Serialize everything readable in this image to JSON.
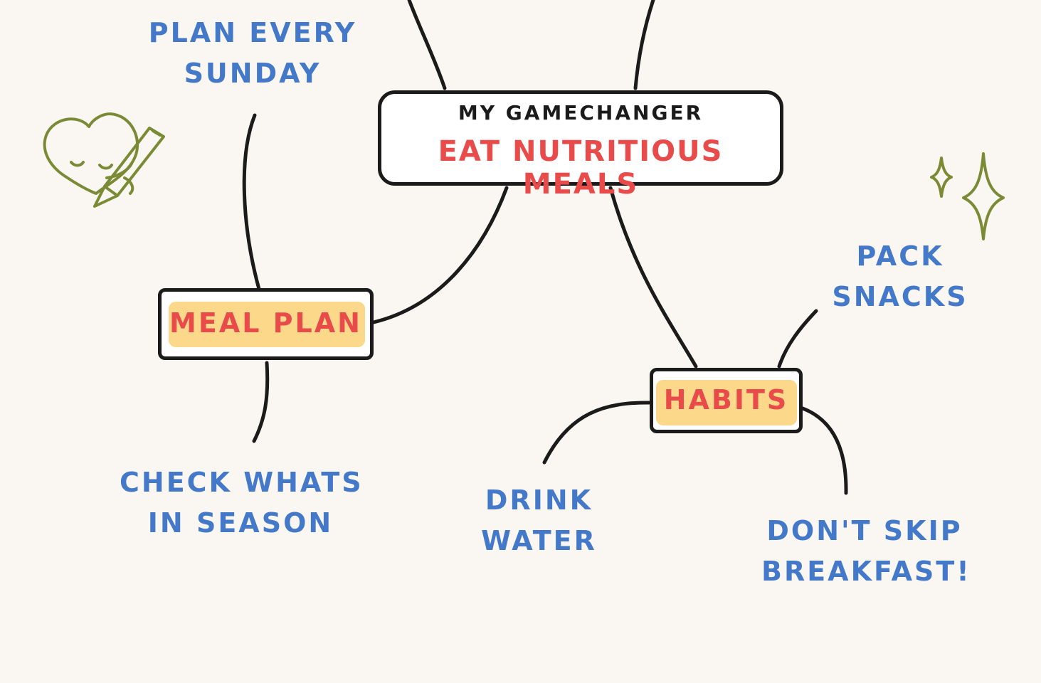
{
  "central": {
    "subtitle": "MY GAMECHANGER",
    "title": "EAT NUTRITIOUS MEALS"
  },
  "branches": [
    {
      "label": "MEAL PLAN",
      "children": [
        "PLAN EVERY SUNDAY",
        "CHECK WHATS IN SEASON"
      ]
    },
    {
      "label": "HABITS",
      "children": [
        "PACK SNACKS",
        "DRINK WATER",
        "DON'T SKIP BREAKFAST!"
      ]
    }
  ],
  "leaves": {
    "plan_line1": "PLAN EVERY",
    "plan_line2": "SUNDAY",
    "check_line1": "CHECK WHATS",
    "check_line2": "IN SEASON",
    "pack_line1": "PACK",
    "pack_line2": "SNACKS",
    "drink_line1": "DRINK",
    "drink_line2": "WATER",
    "dont_line1": "DON'T SKIP",
    "dont_line2": "BREAKFAST!"
  },
  "colors": {
    "background": "#faf7f2",
    "outline": "#1b1b1b",
    "title_red": "#e94b4b",
    "leaf_blue": "#4479c9",
    "highlight_yellow": "#fcd98a",
    "doodle_olive": "#7b8a35"
  },
  "decorations": [
    "heart-with-pencil-doodle",
    "sparkle-icon",
    "sparkle-icon"
  ]
}
